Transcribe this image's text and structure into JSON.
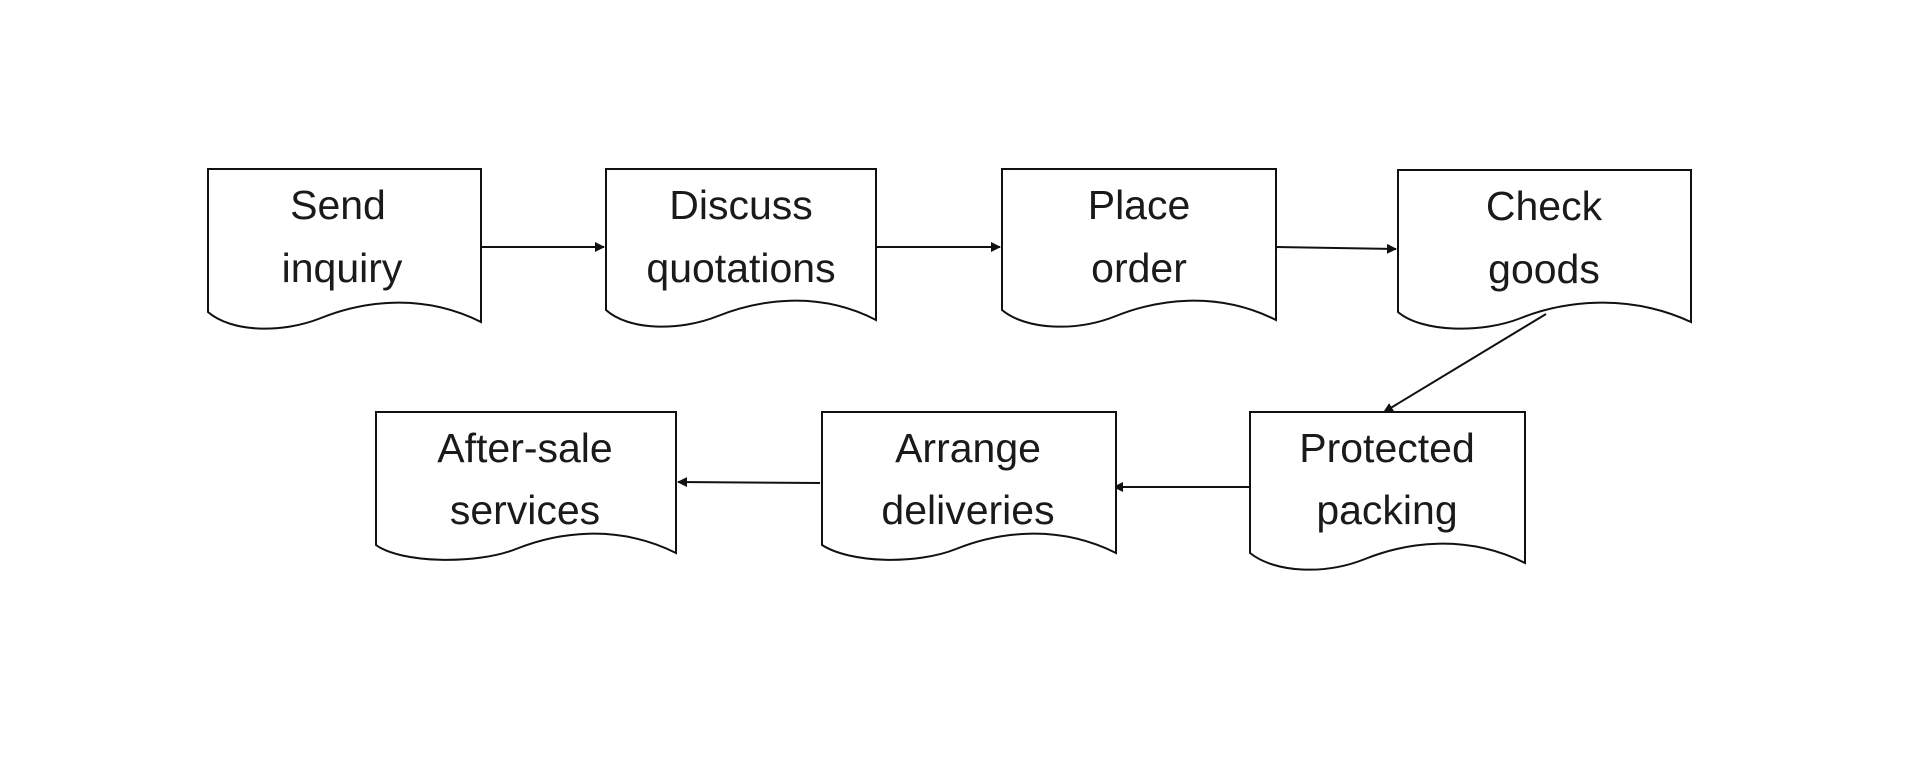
{
  "diagram": {
    "steps": [
      {
        "line1": "Send",
        "line2": "inquiry"
      },
      {
        "line1": "Discuss",
        "line2": "quotations"
      },
      {
        "line1": "Place",
        "line2": "order"
      },
      {
        "line1": "Check",
        "line2": "goods"
      },
      {
        "line1": "Protected",
        "line2": "packing"
      },
      {
        "line1": "Arrange",
        "line2": "deliveries"
      },
      {
        "line1": "After-sale",
        "line2": "services"
      }
    ],
    "flow": "Send inquiry → Discuss quotations → Place order → Check goods → Protected packing → Arrange deliveries → After-sale services"
  }
}
